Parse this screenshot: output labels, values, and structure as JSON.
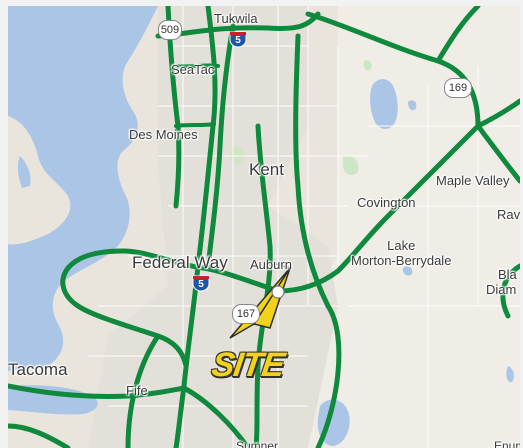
{
  "map": {
    "places": {
      "tukwila": "Tukwila",
      "seatac": "SeaTac",
      "des_moines": "Des Moines",
      "kent": "Kent",
      "covington": "Covington",
      "maple_valley": "Maple Valley",
      "ravensdale_partial": "Rav",
      "lake_morton": "Lake\nMorton-Berrydale",
      "federal_way": "Federal Way",
      "auburn": "Auburn",
      "black_diamond_partial_1": "Bla",
      "black_diamond_partial_2": "Diam",
      "tacoma": "Tacoma",
      "fife": "Fife",
      "sumner_partial": "Sumner",
      "enumclaw_partial": "Enum"
    },
    "shields": {
      "sr509": "509",
      "i5_north": "5",
      "sr169": "169",
      "i5_south": "5",
      "sr167": "167"
    },
    "marker": {
      "label": "SITE",
      "color": "#f2d21b"
    },
    "colors": {
      "highway": "#0f8a3d",
      "water": "#abc5e6",
      "land": "#e9e5dc",
      "park": "#cfe6c6"
    }
  }
}
